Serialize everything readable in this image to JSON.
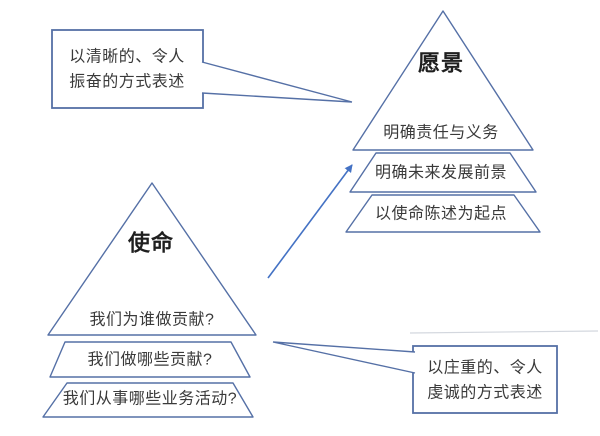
{
  "diagram": {
    "vision": {
      "title": "愿景",
      "layers": [
        "明确责任与义务",
        "明确未来发展前景",
        "以使命陈述为起点"
      ]
    },
    "mission": {
      "title": "使命",
      "layers": [
        "我们为谁做贡献?",
        "我们做哪些贡献?",
        "我们从事哪些业务活动?"
      ]
    },
    "callouts": {
      "vision_note": {
        "line1": "以清晰的、令人",
        "line2": "振奋的方式表述"
      },
      "mission_note": {
        "line1": "以庄重的、令人",
        "line2": "虔诚的方式表述"
      }
    },
    "colors": {
      "outline": "#5570a6",
      "arrow": "#4472c4",
      "title_text": "#1f1f1f",
      "body_text": "#3a3a3a",
      "faint_line": "#ccd1d9",
      "background": "#ffffff"
    }
  }
}
